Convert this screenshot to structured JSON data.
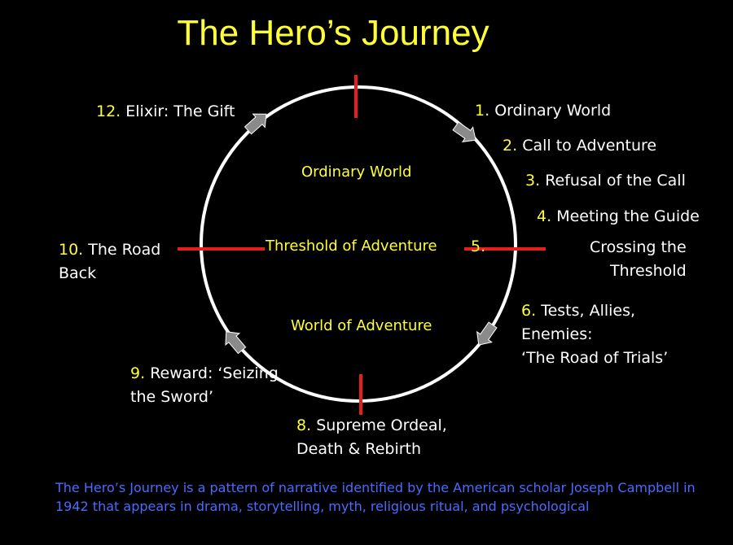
{
  "title": "The Hero’s Journey",
  "colors": {
    "background": "#000000",
    "title": "#ffff33",
    "number": "#ffff33",
    "marker": "#e61e1e",
    "arrow": "#8a8a8a",
    "footer": "#4a6bff"
  },
  "inner_labels": {
    "ordinary_world": "Ordinary World",
    "threshold": "Threshold of Adventure",
    "world_of_adventure": "World of Adventure"
  },
  "stages": {
    "s1": {
      "num": "1.",
      "text": "Ordinary World"
    },
    "s2": {
      "num": "2.",
      "text": "Call to Adventure"
    },
    "s3": {
      "num": "3.",
      "text": "Refusal of the Call"
    },
    "s4": {
      "num": "4.",
      "text": "Meeting the Guide"
    },
    "s5": {
      "num": "5.",
      "line1": "Crossing the",
      "line2": "Threshold"
    },
    "s6": {
      "num": "6.",
      "line1": "Tests, Allies,",
      "line2": "Enemies:",
      "line3": "‘The Road of Trials’"
    },
    "s8": {
      "num": "8.",
      "line1": "Supreme Ordeal,",
      "line2": "Death & Rebirth"
    },
    "s9": {
      "num": "9.",
      "line1": "Reward: ‘Seizing",
      "line2": "the Sword’"
    },
    "s10": {
      "num": "10.",
      "line1": "The Road",
      "line2": "Back"
    },
    "s12": {
      "num": "12.",
      "text": "Elixir: The Gift"
    }
  },
  "footer": "The Hero’s Journey is a pattern of narrative identified by the American scholar Joseph Campbell in 1942 that appears in drama, storytelling, myth, religious ritual, and psychological"
}
